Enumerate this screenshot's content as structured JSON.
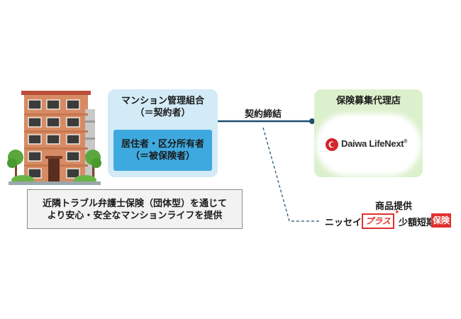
{
  "association": {
    "title": "マンション管理組合",
    "subtitle": "（＝契約者）",
    "resident_title": "居住者・区分所有者",
    "resident_subtitle": "（＝被保険者）"
  },
  "agency": {
    "title": "保険募集代理店",
    "logo_text": "Daiwa LifeNext",
    "logo_suffix": "®"
  },
  "connectors": {
    "contract_label": "契約締結",
    "product_label": "商品提供"
  },
  "caption": {
    "line1": "近隣トラブル弁護士保険（団体型）を通じて",
    "line2": "より安心・安全なマンションライフを提供"
  },
  "insurer": {
    "name_part1": "ニッセイ",
    "name_plus": "プラス",
    "name_part2": "少額短期",
    "name_badge": "保険"
  },
  "colors": {
    "association_bg": "#d3ebf7",
    "resident_bg": "#3ea9de",
    "agency_bg": "#dcf0cd",
    "line": "#1f4e6e",
    "insurer_red": "#e0312f"
  }
}
